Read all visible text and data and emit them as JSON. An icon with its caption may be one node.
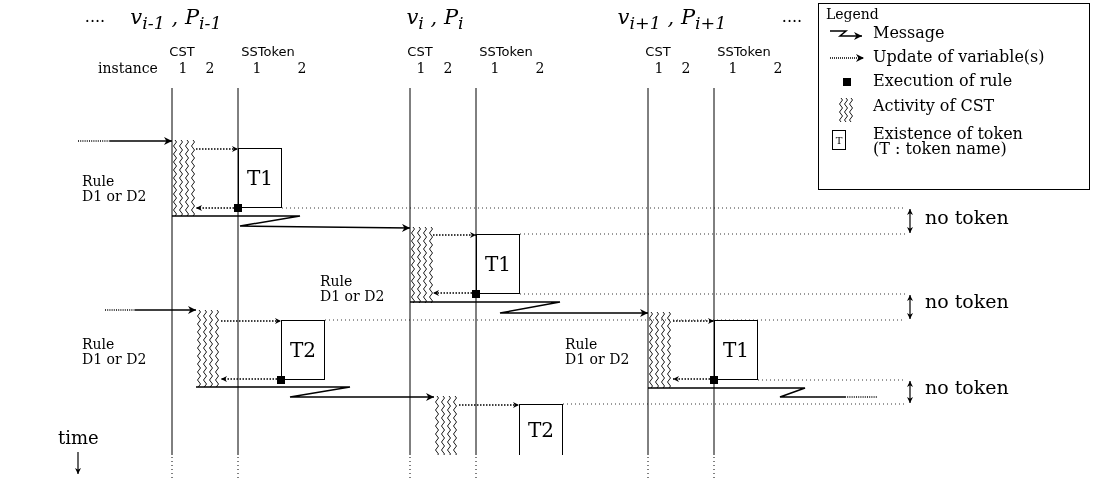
{
  "diagram": {
    "nodes": [
      {
        "text": [],
        "shape": "bar"
      },
      {
        "text": [
          "T1"
        ]
      },
      {
        "text": [],
        "shape": "bar"
      },
      {
        "text": [
          "T1"
        ]
      },
      {
        "text": [],
        "shape": "bar"
      },
      {
        "text": [
          "T2"
        ]
      },
      {
        "text": [],
        "shape": "bar"
      },
      {
        "text": [
          "T1"
        ]
      },
      {
        "text": [],
        "shape": "bar"
      },
      {
        "text": [
          "T2"
        ]
      },
      {
        "text": [],
        "shape": "box"
      },
      {
        "text": [],
        "shape": "box"
      },
      {
        "text": [],
        "shape": "box"
      },
      {
        "text": [],
        "shape": "box"
      }
    ],
    "edges": [
      {
        "from": null,
        "to": 0,
        "arrow": "to"
      },
      {
        "from": 0,
        "to": 1,
        "arrow": "to",
        "style": "dashed"
      },
      {
        "from": 10,
        "to": 0,
        "arrow": "to",
        "style": "dashed"
      },
      {
        "from": 0,
        "to": 2,
        "arrow": "to"
      },
      {
        "from": 2,
        "to": 3,
        "arrow": "to",
        "style": "dashed"
      },
      {
        "from": 11,
        "to": 2,
        "arrow": "to",
        "style": "dashed"
      },
      {
        "from": 2,
        "to": 6,
        "arrow": "to"
      },
      {
        "from": null,
        "to": 4,
        "arrow": "to"
      },
      {
        "from": 4,
        "to": 5,
        "arrow": "to",
        "style": "dashed"
      },
      {
        "from": 12,
        "to": 4,
        "arrow": "to",
        "style": "dashed"
      },
      {
        "from": 4,
        "to": 8,
        "arrow": "to"
      },
      {
        "from": 6,
        "to": 7,
        "arrow": "to",
        "style": "dashed"
      },
      {
        "from": 13,
        "to": 6,
        "arrow": "to",
        "style": "dashed"
      },
      {
        "from": 8,
        "to": 9,
        "arrow": "to",
        "style": "dashed"
      },
      {
        "from": 6,
        "to": null,
        "arrow": "none"
      }
    ],
    "labels": [
      "....",
      "v$_{i-1}$ , P$_{i-1}$",
      "v$_{i}$ , P$_{i}$",
      "v$_{i+1}$ , P$_{i+1}$",
      "....",
      "CST",
      "SSToken",
      "CST",
      "SSToken",
      "CST",
      "SSToken",
      "instance",
      "1",
      "2",
      "1",
      "2",
      "1",
      "2",
      "1",
      "2",
      "1",
      "2",
      "1",
      "2",
      "Rule D1 or D2",
      "no token",
      "Rule D1 or D2",
      "no token",
      "Rule D1 or D2",
      "Rule D1 or D2",
      "no token",
      "time",
      "Legend",
      "T"
    ],
    "legend": [
      {
        "text": "Message"
      },
      {
        "text": "Update of variable(s)"
      },
      {
        "text": "Execution of rule"
      },
      {
        "text": "Activity of CST"
      },
      {
        "text": "Existence of token (T : token name)"
      }
    ]
  }
}
